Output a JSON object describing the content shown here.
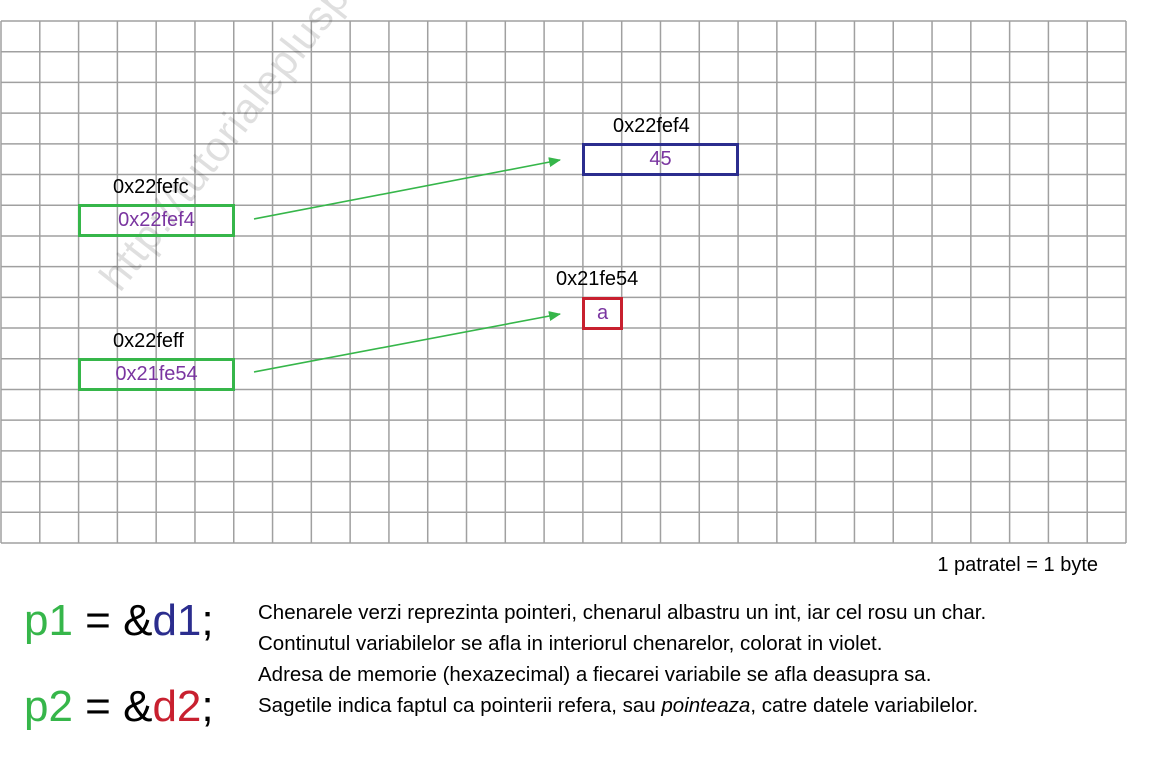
{
  "watermark": "http://tutorialeplusplus.blogspot.ro/",
  "scale_note": "1 patratel = 1 byte",
  "pointers": [
    {
      "address": "0x22fefc",
      "value": "0x22fef4"
    },
    {
      "address": "0x22feff",
      "value": "0x21fe54"
    }
  ],
  "targets": [
    {
      "address": "0x22fef4",
      "value": "45",
      "type": "int"
    },
    {
      "address": "0x21fe54",
      "value": "a",
      "type": "char"
    }
  ],
  "formulas": [
    {
      "lhs": "p1",
      "eq": " = &",
      "rhs": "d1",
      "end": ";"
    },
    {
      "lhs": "p2",
      "eq": " = &",
      "rhs": "d2",
      "end": ";"
    }
  ],
  "legend": {
    "line1": "Chenarele verzi reprezinta pointeri, chenarul albastru un int, iar cel rosu un char.",
    "line2": "Continutul variabilelor se afla in interiorul chenarelor, colorat in violet.",
    "line3": "Adresa de memorie (hexazecimal) a fiecarei variabile se afla deasupra sa.",
    "line4_before": "Sagetile indica faptul ca pointerii refera, sau ",
    "line4_em": "pointeaza",
    "line4_after": ", catre datele variabilelor."
  },
  "colors": {
    "pointer_box": "#36b64a",
    "int_box": "#2b2d8e",
    "char_box": "#c8202f",
    "content_text": "#7a35a0",
    "arrow": "#36b64a",
    "grid": "#a0a0a0"
  }
}
